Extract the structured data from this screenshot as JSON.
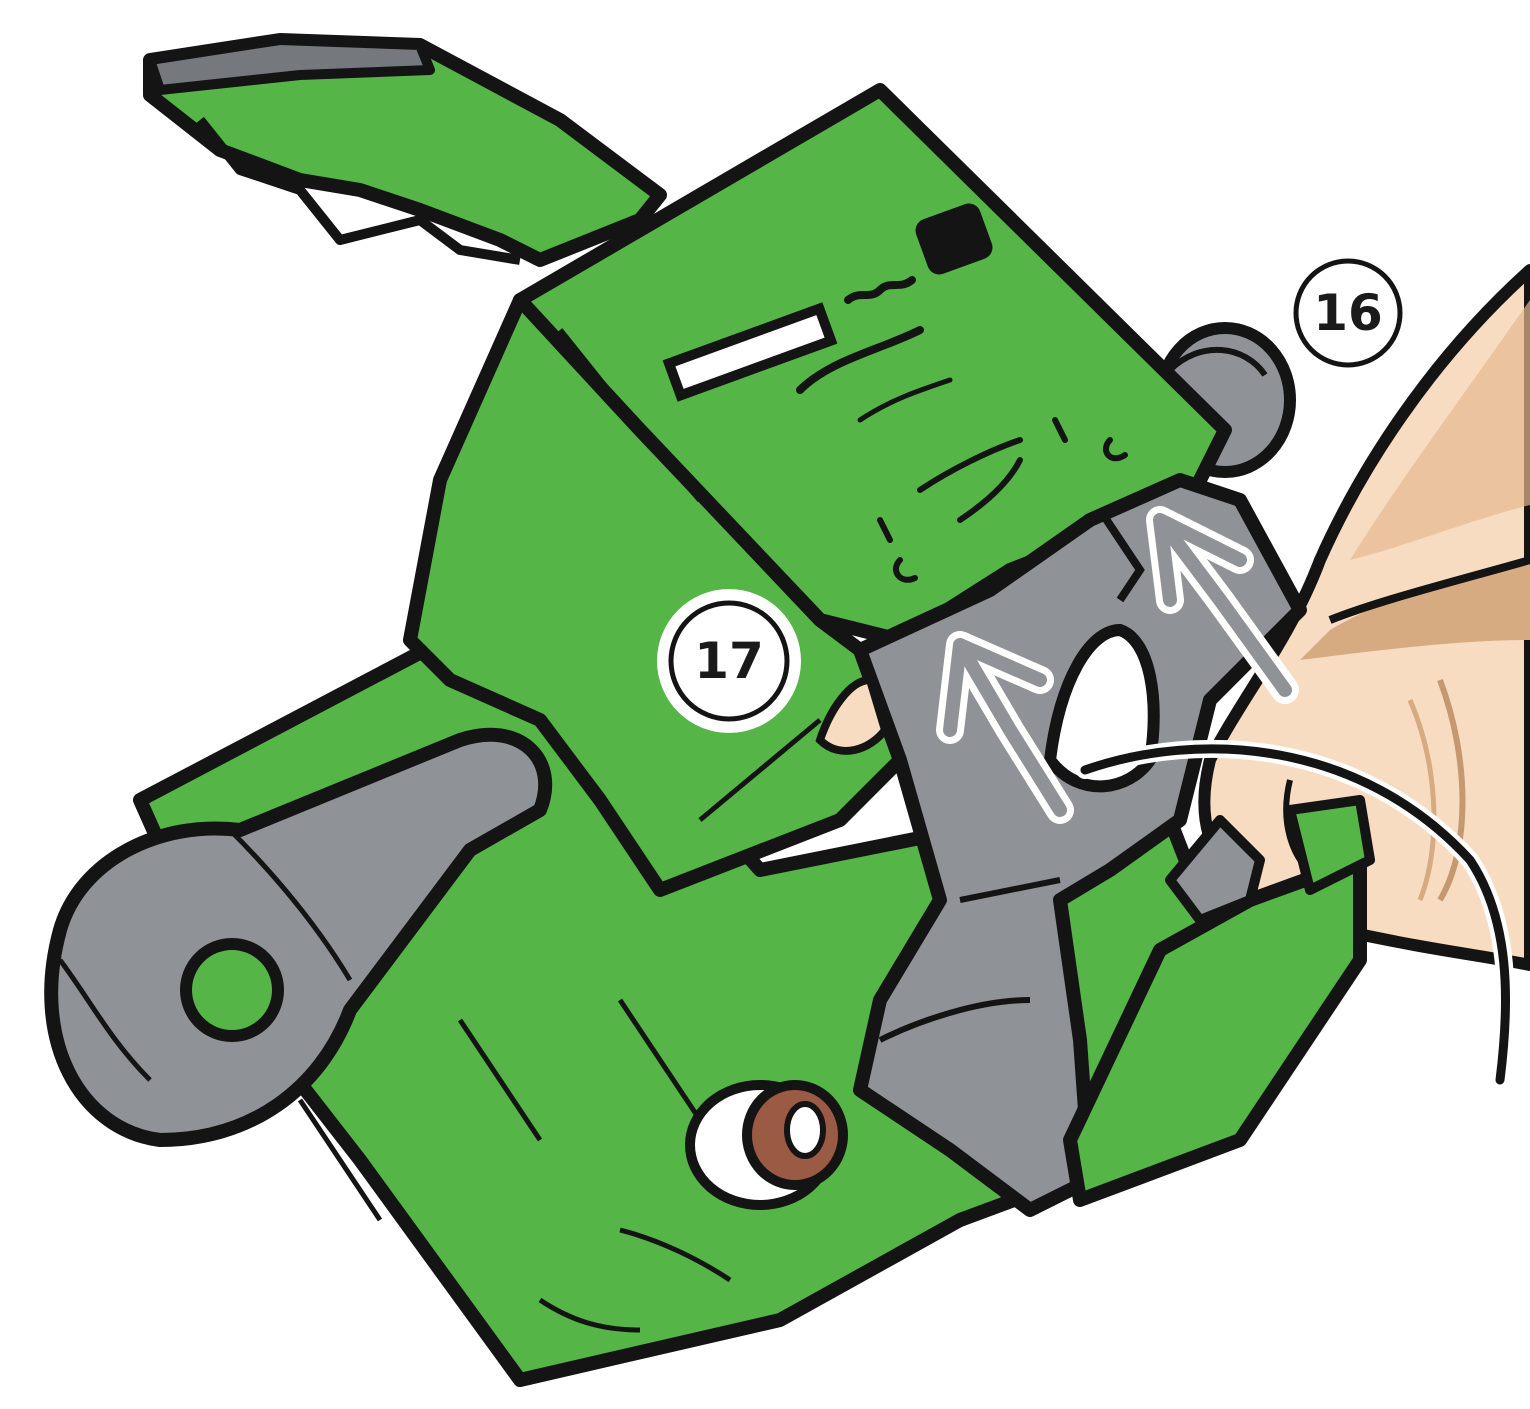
{
  "callouts": [
    {
      "id": "part-16",
      "label": "16"
    },
    {
      "id": "part-17",
      "label": "17"
    }
  ],
  "colors": {
    "body_green": "#56b547",
    "shadow_green": "#3f9a36",
    "metal_gray": "#8f9297",
    "metal_gray_dark": "#75787d",
    "skin_light": "#f8dcc1",
    "skin_shadow": "#d6ab82",
    "bronze": "#9a5a43",
    "outline": "#141414",
    "arrow_fill": "#8f9297",
    "arrow_halo": "#ffffff"
  },
  "icons": {
    "instruction_arrows": "arrow-up-icon",
    "screw": "screw-icon",
    "pivot_hole": "pivot-hole-icon"
  }
}
